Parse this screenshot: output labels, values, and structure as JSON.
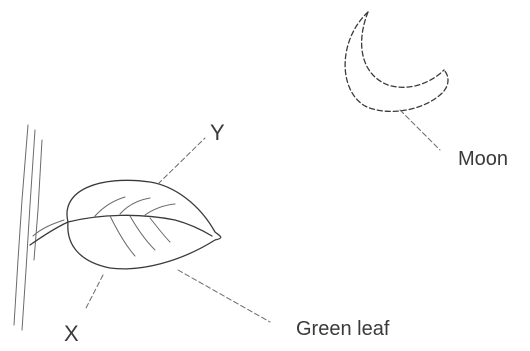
{
  "labels": {
    "y": "Y",
    "x": "X",
    "moon": "Moon",
    "green_leaf": "Green leaf"
  }
}
